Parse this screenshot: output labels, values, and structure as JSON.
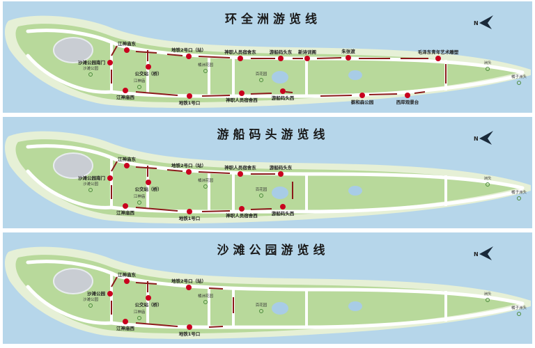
{
  "colors": {
    "water": "#b6d6ea",
    "island_edge": "#e6f0d6",
    "island": "#b8d99b",
    "road": "#ffffff",
    "stop": "#c8001e",
    "arrow": "#8b1a1a"
  },
  "north_label": "N",
  "panels": [
    {
      "title": "环全洲游览线",
      "stops": [
        "江神庙东",
        "沙滩公园南门",
        "公交站（桥）",
        "江神庙西",
        "地铁2号口（站）",
        "地铁1号口",
        "神职人员宿舍东",
        "神职人员宿舍西",
        "游船码头东",
        "游船码头西",
        "新诗词阁",
        "朱张渡",
        "毛泽东青年艺术雕塑",
        "蔡和森公园",
        "西岸观景台"
      ],
      "pois": [
        "沙滩公园",
        "江神庙",
        "橘洲花园",
        "百花园",
        "洲头",
        "橘子洲头"
      ]
    },
    {
      "title": "游船码头游览线",
      "stops": [
        "江神庙东",
        "沙滩公园南门",
        "公交站（桥）",
        "江神庙西",
        "地铁2号口（站）",
        "地铁1号口",
        "神职人员宿舍东",
        "神职人员宿舍西",
        "游船码头东",
        "游船码头西"
      ],
      "pois": [
        "沙滩公园",
        "江神庙",
        "橘洲花园",
        "百花园",
        "洲头",
        "橘子洲头"
      ]
    },
    {
      "title": "沙滩公园游览线",
      "stops": [
        "江神庙东",
        "沙滩公园",
        "公交站（桥）",
        "江神庙西",
        "地铁2号口（站）",
        "地铁1号口"
      ],
      "pois": [
        "沙滩公园",
        "江神庙",
        "橘洲花园",
        "百花园",
        "洲头",
        "橘子洲头"
      ]
    }
  ]
}
